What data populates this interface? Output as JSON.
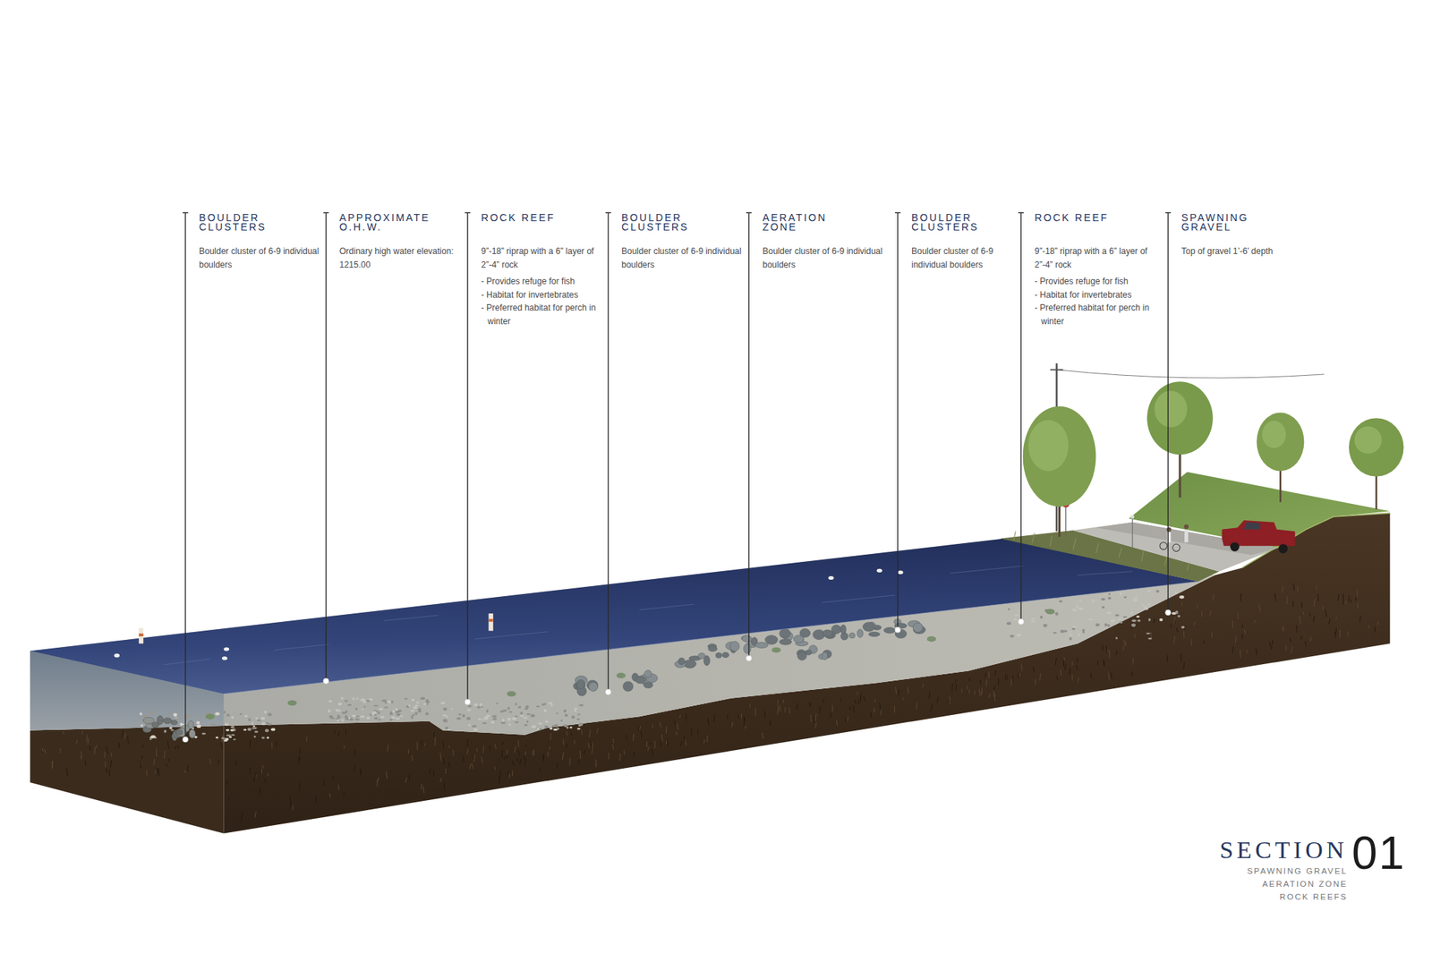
{
  "diagram": {
    "title": "SECTION",
    "labels": [
      "BOULDER CLUSTERS",
      "Boulder cluster of 6-9 individual boulders",
      "APPROXIMATE O.H.W.",
      "Ordinary high water elevation: 1215.00",
      "ROCK REEF",
      "9”-18” riprap with a 6” layer of 2”-4” rock",
      "- Provides refuge for fish",
      "- Habitat for invertebrates",
      "- Preferred habitat for perch in winter",
      "BOULDER CLUSTERS",
      "Boulder cluster of 6-9 individual boulders",
      "AERATION ZONE",
      "Boulder cluster of 6-9 individual boulders",
      "BOULDER CLUSTERS",
      "Boulder cluster of 6-9 individual boulders",
      "ROCK REEF",
      "9”-18” riprap with a 6” layer of 2”-4” rock",
      "- Provides refuge for fish",
      "- Habitat for invertebrates",
      "- Preferred habitat for perch in winter",
      "SPAWNING GRAVEL",
      "Top of gravel 1’-6’ depth",
      "01",
      "SPAWNING GRAVEL",
      "AERATION ZONE",
      "ROCK REEFS"
    ]
  }
}
